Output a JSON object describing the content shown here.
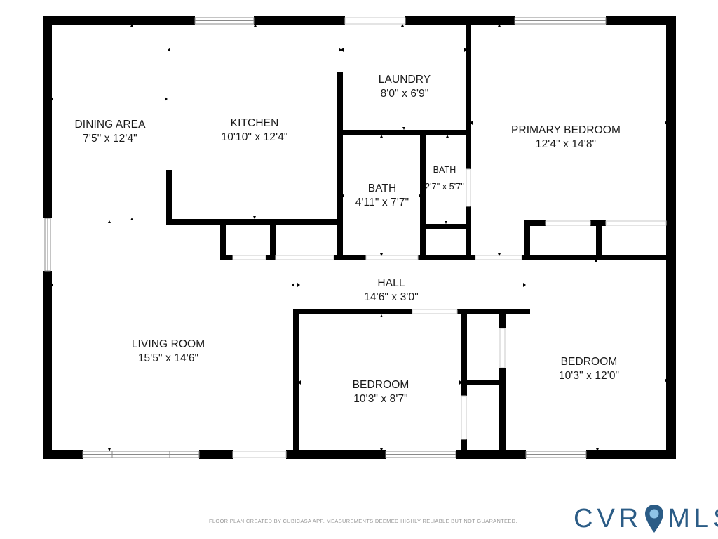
{
  "rooms": {
    "dining": {
      "name": "DINING AREA",
      "dims": "7'5\" x 12'4\""
    },
    "kitchen": {
      "name": "KITCHEN",
      "dims": "10'10\" x 12'4\""
    },
    "laundry": {
      "name": "LAUNDRY",
      "dims": "8'0\" x 6'9\""
    },
    "primary": {
      "name": "PRIMARY BEDROOM",
      "dims": "12'4\" x 14'8\""
    },
    "bath1": {
      "name": "BATH",
      "dims": "4'11\" x 7'7\""
    },
    "bath2": {
      "name": "BATH",
      "dims": "2'7\" x 5'7\""
    },
    "hall": {
      "name": "HALL",
      "dims": "14'6\" x 3'0\""
    },
    "living": {
      "name": "LIVING ROOM",
      "dims": "15'5\" x 14'6\""
    },
    "bedroom_mid": {
      "name": "BEDROOM",
      "dims": "10'3\" x 8'7\""
    },
    "bedroom_right": {
      "name": "BEDROOM",
      "dims": "10'3\" x 12'0\""
    }
  },
  "footer": {
    "note": "FLOOR PLAN CREATED BY CUBICASA APP. MEASUREMENTS DEEMED HIGHLY RELIABLE BUT NOT GUARANTEED."
  },
  "brand": {
    "left": "CVR",
    "right": "MLS",
    "pin_icon": "map-pin-icon",
    "color": "#2b5c86"
  },
  "colors": {
    "wall": "#000000",
    "window_line": "#9a9a9a",
    "background": "#ffffff"
  }
}
